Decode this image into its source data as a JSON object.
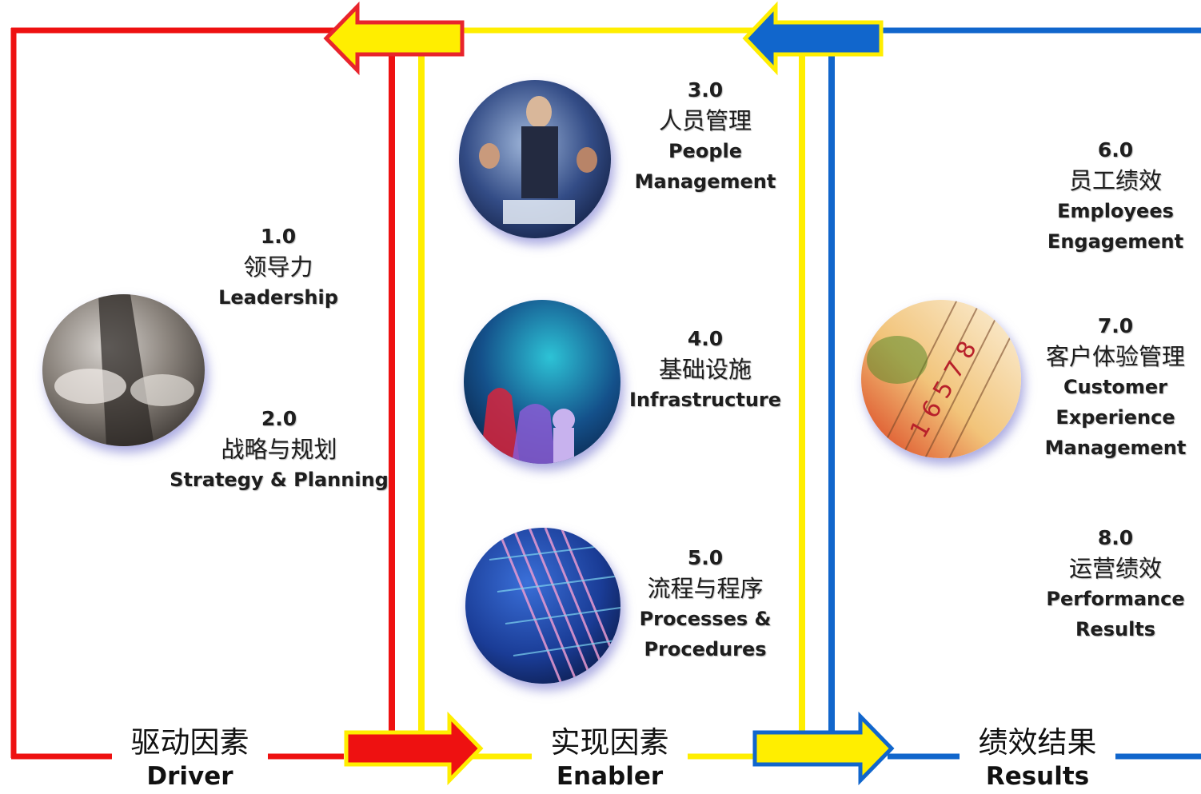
{
  "colors": {
    "driver": "#ee1111",
    "enabler": "#ffee00",
    "results": "#1166cc",
    "arrow_outline_red": "#e8242c",
    "arrow_outline_yellow": "#ffee00"
  },
  "columns": {
    "driver": {
      "zh": "驱动因素",
      "en": "Driver"
    },
    "enabler": {
      "zh": "实现因素",
      "en": "Enabler"
    },
    "results": {
      "zh": "绩效结果",
      "en": "Results"
    }
  },
  "items": {
    "leadership": {
      "num": "1.0",
      "zh": "领导力",
      "en": "Leadership"
    },
    "strategy": {
      "num": "2.0",
      "zh": "战略与规划",
      "en": "Strategy & Planning"
    },
    "people": {
      "num": "3.0",
      "zh": "人员管理",
      "en1": "People",
      "en2": "Management"
    },
    "infrastructure": {
      "num": "4.0",
      "zh": "基础设施",
      "en": "Infrastructure"
    },
    "processes": {
      "num": "5.0",
      "zh": "流程与程序",
      "en1": "Processes &",
      "en2": "Procedures"
    },
    "employees": {
      "num": "6.0",
      "zh": "员工绩效",
      "en1": "Employees",
      "en2": "Engagement"
    },
    "customer": {
      "num": "7.0",
      "zh": "客户体验管理",
      "en1": "Customer",
      "en2": "Experience",
      "en3": "Management"
    },
    "performance": {
      "num": "8.0",
      "zh": "运营绩效",
      "en1": "Performance",
      "en2": "Results"
    }
  },
  "photos": {
    "leadership": "business-handshake-photo",
    "people": "business-meeting-photo",
    "infrastructure": "chess-pieces-photo",
    "processes": "building-grid-photo",
    "customer": "ruler-measure-photo"
  }
}
